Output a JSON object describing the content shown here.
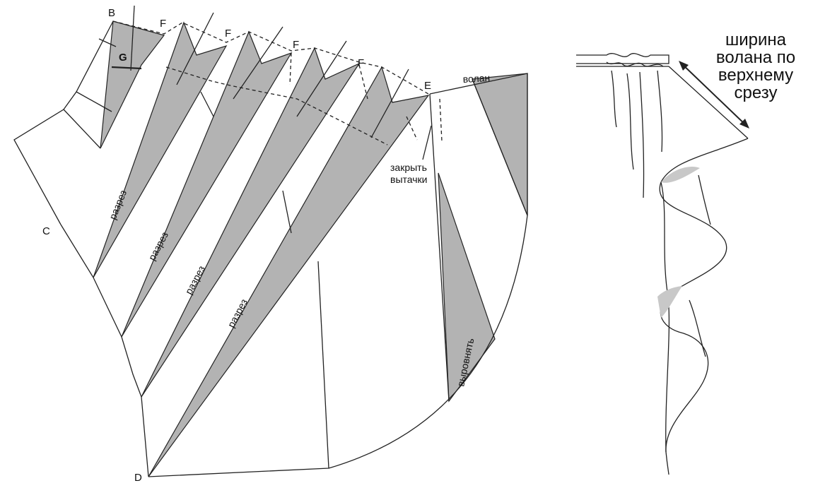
{
  "points": {
    "B": "B",
    "G": "G",
    "F1": "F",
    "F2": "F",
    "F3": "F",
    "F4": "F",
    "E": "E",
    "C": "C",
    "D": "D"
  },
  "labels": {
    "razrez": "разрез",
    "volan": "волан",
    "zakryt_1": "закрыть",
    "zakryt_2": "вытачки",
    "vyrovnyat": "выровнять"
  },
  "side_note": {
    "line1": "ширина",
    "line2": "волана по",
    "line3": "верхнему",
    "line4": "срезу"
  },
  "colors": {
    "grey_fill": "#b3b3b3",
    "line": "#222222"
  }
}
